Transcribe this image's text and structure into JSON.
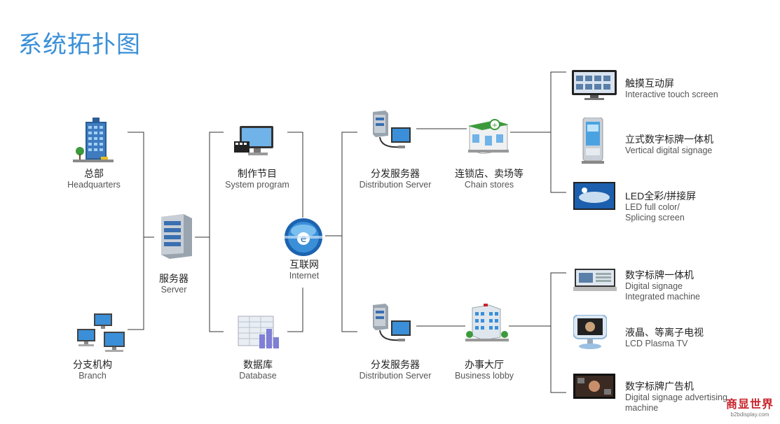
{
  "title": "系统拓扑图",
  "nodes": {
    "headquarters": {
      "cn": "总部",
      "en": "Headquarters"
    },
    "branch": {
      "cn": "分支机构",
      "en": "Branch"
    },
    "server": {
      "cn": "服务器",
      "en": "Server"
    },
    "system_program": {
      "cn": "制作节目",
      "en": "System program"
    },
    "database": {
      "cn": "数据库",
      "en": "Database"
    },
    "internet": {
      "cn": "互联网",
      "en": "Internet"
    },
    "dist_server_top": {
      "cn": "分发服务器",
      "en": "Distribution Server"
    },
    "dist_server_bottom": {
      "cn": "分发服务器",
      "en": "Distribution Server"
    },
    "chain_stores": {
      "cn": "连锁店、卖场等",
      "en": "Chain stores"
    },
    "business_lobby": {
      "cn": "办事大厅",
      "en": "Business lobby"
    },
    "touch_screen": {
      "cn": "触摸互动屏",
      "en": "Interactive touch screen"
    },
    "vertical_signage": {
      "cn": "立式数字标牌一体机",
      "en": "Vertical digital signage"
    },
    "led_screen": {
      "cn": "LED全彩/拼接屏",
      "en1": "LED full color/",
      "en2": "Splicing screen"
    },
    "signage_integrated": {
      "cn": "数字标牌一体机",
      "en1": "Digital signage",
      "en2": "Integrated machine"
    },
    "lcd_tv": {
      "cn": "液晶、等离子电视",
      "en": "LCD Plasma TV"
    },
    "signage_ad": {
      "cn": "数字标牌广告机",
      "en1": "Digital signage advertising",
      "en2": "machine"
    }
  },
  "watermark": {
    "logo": "商显世界",
    "url": "b2bdisplay.com"
  }
}
